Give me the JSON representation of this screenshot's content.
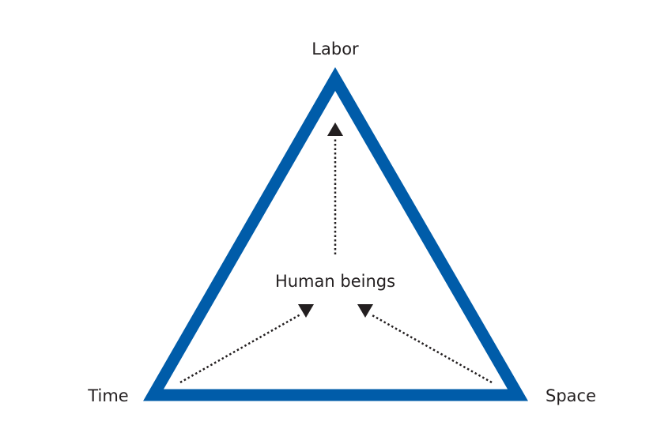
{
  "diagram": {
    "apex_label": "Labor",
    "left_label": "Time",
    "right_label": "Space",
    "center_label": "Human beings"
  },
  "colors": {
    "triangle": "#005ca9",
    "arrow": "#231f20",
    "text": "#231f20"
  }
}
